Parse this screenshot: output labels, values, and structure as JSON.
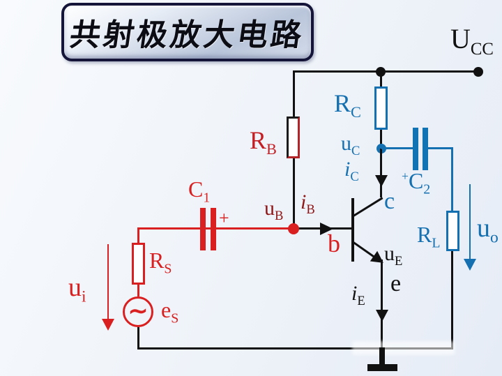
{
  "title_badge": {
    "text": "共射极放大电路"
  },
  "supply": {
    "label": "U",
    "sub": "CC"
  },
  "components": {
    "rb": {
      "label": "R",
      "sub": "B"
    },
    "rc": {
      "label": "R",
      "sub": "C"
    },
    "rs": {
      "label": "R",
      "sub": "S"
    },
    "rl": {
      "label": "R",
      "sub": "L"
    },
    "c1": {
      "label": "C",
      "sub": "1",
      "polarity": "+"
    },
    "c2": {
      "label": "C",
      "sub": "2",
      "polarity": "+"
    },
    "source": {
      "label": "e",
      "sub": "S",
      "symbol": "∼"
    }
  },
  "transistor": {
    "base": "b",
    "collector": "c",
    "emitter": "e"
  },
  "voltages": {
    "ub": {
      "label": "u",
      "sub": "B"
    },
    "uc": {
      "label": "u",
      "sub": "C"
    },
    "ue": {
      "label": "u",
      "sub": "E"
    },
    "ui": {
      "label": "u",
      "sub": "i"
    },
    "uo": {
      "label": "u",
      "sub": "o"
    }
  },
  "currents": {
    "ib": {
      "label": "i",
      "sub": "B"
    },
    "ic": {
      "label": "i",
      "sub": "C"
    },
    "ie": {
      "label": "i",
      "sub": "E"
    }
  },
  "colors": {
    "red": "#d91f1f",
    "dark_red": "#8e1616",
    "blue": "#1470b0",
    "crimson": "#c32026",
    "black": "#111111"
  }
}
